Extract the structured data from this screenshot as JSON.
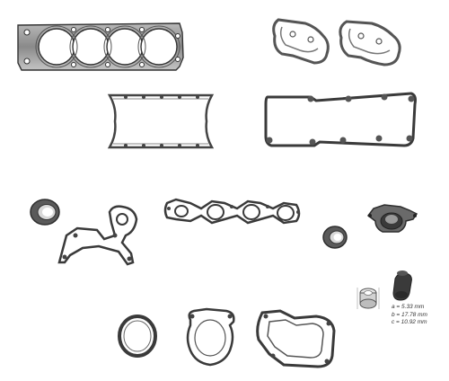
{
  "image": {
    "subject": "engine gasket kit parts",
    "background_color": "#ffffff",
    "part_color": "#4a4a4a",
    "metal_color": "#9a9a9a"
  },
  "dimensions": {
    "a": "a = 5.33 mm",
    "b": "b = 17.78 mm",
    "c": "c = 10.92 mm"
  }
}
